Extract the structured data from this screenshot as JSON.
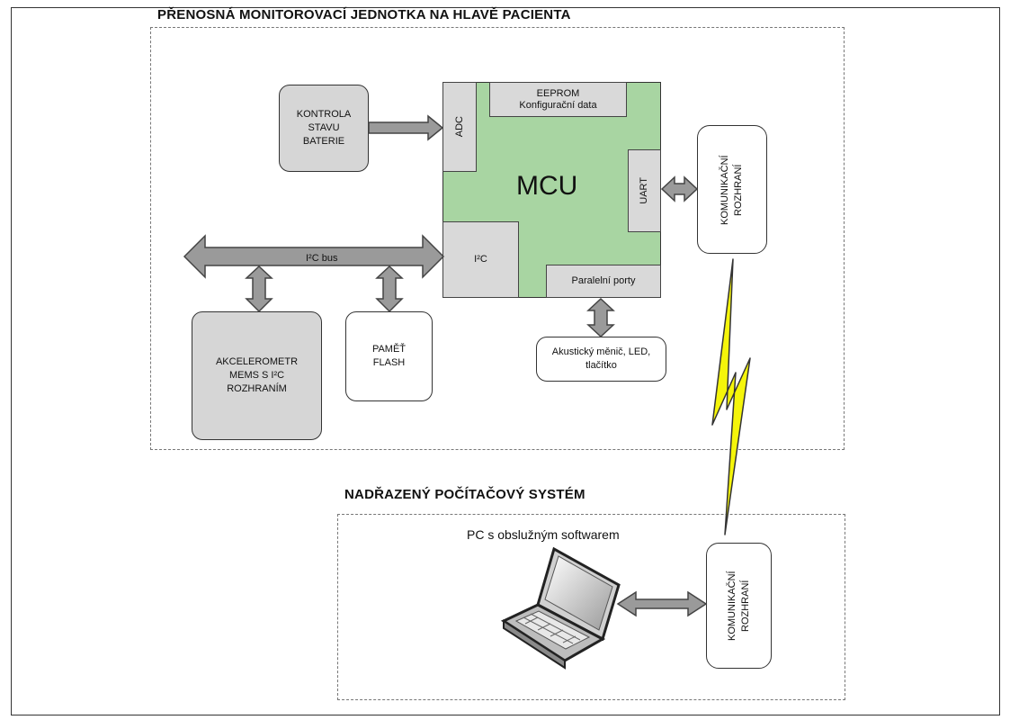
{
  "wearable": {
    "title": "PŘENOSNÁ MONITOROVACÍ JEDNOTKA NA HLAVĚ PACIENTA",
    "battery": "KONTROLA STAVU BATERIE",
    "mcu": {
      "label": "MCU",
      "eeprom_title": "EEPROM",
      "eeprom_sub": "Konfigurační data",
      "adc": "ADC",
      "uart": "UART",
      "i2c": "I²C",
      "parallel": "Paralelní porty"
    },
    "bus_label": "I²C bus",
    "accelerometer": "AKCELEROMETR MEMS S I²C ROZHRANÍM",
    "flash": "PAMĚŤ FLASH",
    "io": "Akustický měnič, LED, tlačítko",
    "comm": "KOMUNIKAČNÍ ROZHRANÍ"
  },
  "host": {
    "title": "NADŘAZENÝ POČÍTAČOVÝ SYSTÉM",
    "pc_label": "PC s obslužným softwarem",
    "comm": "KOMUNIKAČNÍ ROZHRANÍ"
  },
  "colors": {
    "mcu": "#a8d5a2",
    "block_grey": "#d6d6d6",
    "arrow": "#9a9a9a",
    "lightning": "#f5f50a"
  },
  "icons": [
    "laptop-icon",
    "lightning-bolt-icon"
  ]
}
